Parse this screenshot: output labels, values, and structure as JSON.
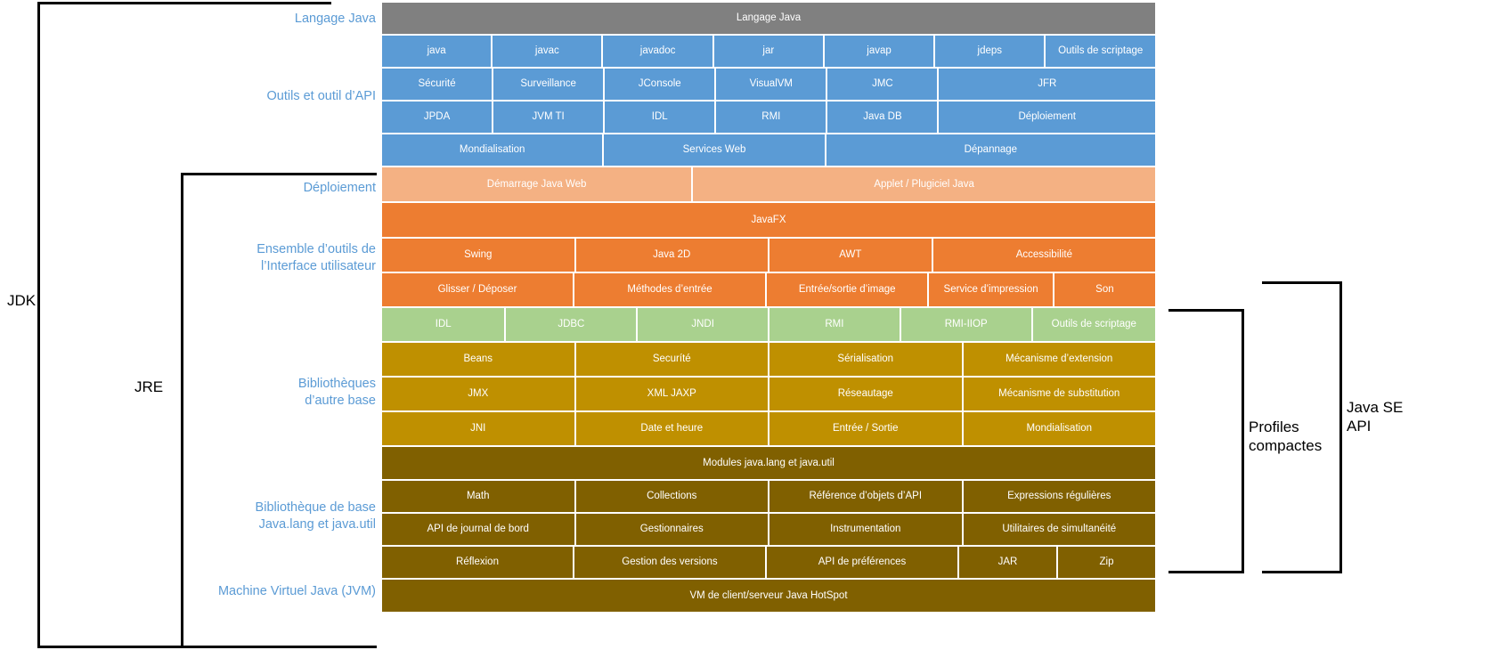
{
  "title": "Java SE Platform Architecture (French)",
  "colors": {
    "language": "#808080",
    "tools": "#5B9BD5",
    "deployment": "#F4B183",
    "ui_toolkits": "#ED7D31",
    "integration": "#A9D18E",
    "other_base_libraries": "#BF9000",
    "base_libraries": "#806000",
    "label_text": "#5B9BD5",
    "bracket": "#000000"
  },
  "brackets": {
    "jdk": {
      "label": "JDK"
    },
    "jre": {
      "label": "JRE"
    },
    "compact_profiles": {
      "label": "Profiles\ncompactes"
    },
    "java_se_api": {
      "label": "Java SE\nAPI"
    }
  },
  "row_labels": {
    "language": "Langage Java",
    "tools_api": "Outils et outil d’API",
    "deployment": "Déploiement",
    "ui_toolkits": "Ensemble d’outils de\nl’Interface utilisateur",
    "other_base_libraries": "Bibliothèques\nd’autre base",
    "base_libraries": "Bibliothèque de base\nJava.lang et java.util",
    "jvm": "Machine Virtuel Java (JVM)"
  },
  "bands": [
    {
      "name": "language",
      "color_class": "c-gray",
      "height": 37,
      "cells": [
        {
          "label": "Langage Java",
          "flex": 100
        }
      ]
    },
    {
      "name": "tools-row-1",
      "color_class": "c-blue",
      "height": 37,
      "cells": [
        {
          "label": "java",
          "flex": 14.28
        },
        {
          "label": "javac",
          "flex": 14.28
        },
        {
          "label": "javadoc",
          "flex": 14.28
        },
        {
          "label": "jar",
          "flex": 14.28
        },
        {
          "label": "javap",
          "flex": 14.28
        },
        {
          "label": "jdeps",
          "flex": 14.28
        },
        {
          "label": "Outils de scriptage",
          "flex": 14.32
        }
      ]
    },
    {
      "name": "tools-row-2",
      "color_class": "c-blue",
      "height": 37,
      "cells": [
        {
          "label": "Sécurité",
          "flex": 14.28
        },
        {
          "label": "Surveillance",
          "flex": 14.28
        },
        {
          "label": "JConsole",
          "flex": 14.28
        },
        {
          "label": "VisualVM",
          "flex": 14.28
        },
        {
          "label": "JMC",
          "flex": 14.28
        },
        {
          "label": "JFR",
          "flex": 28.6
        }
      ]
    },
    {
      "name": "tools-row-3",
      "color_class": "c-blue",
      "height": 37,
      "cells": [
        {
          "label": "JPDA",
          "flex": 14.28
        },
        {
          "label": "JVM TI",
          "flex": 14.28
        },
        {
          "label": "IDL",
          "flex": 14.28
        },
        {
          "label": "RMI",
          "flex": 14.28
        },
        {
          "label": "Java DB",
          "flex": 14.28
        },
        {
          "label": "Déploiement",
          "flex": 28.6
        }
      ]
    },
    {
      "name": "tools-row-4",
      "color_class": "c-blue",
      "height": 37,
      "cells": [
        {
          "label": "Mondialisation",
          "flex": 28.56
        },
        {
          "label": "Services Web",
          "flex": 28.56
        },
        {
          "label": "Dépannage",
          "flex": 42.88
        }
      ]
    },
    {
      "name": "deployment",
      "color_class": "c-peach",
      "height": 40,
      "cells": [
        {
          "label": "Démarrage Java Web",
          "flex": 40
        },
        {
          "label": "Applet / Plugiciel Java",
          "flex": 60
        }
      ]
    },
    {
      "name": "javafx",
      "color_class": "c-orange",
      "height": 40,
      "cells": [
        {
          "label": "JavaFX",
          "flex": 100
        }
      ]
    },
    {
      "name": "ui-row-1",
      "color_class": "c-orange",
      "height": 39,
      "cells": [
        {
          "label": "Swing",
          "flex": 25
        },
        {
          "label": "Java 2D",
          "flex": 25
        },
        {
          "label": "AWT",
          "flex": 21
        },
        {
          "label": "Accessibilité",
          "flex": 29
        }
      ]
    },
    {
      "name": "ui-row-2",
      "color_class": "c-orange",
      "height": 39,
      "cells": [
        {
          "label": "Glisser / Déposer",
          "flex": 25
        },
        {
          "label": "Méthodes d’entrée",
          "flex": 25
        },
        {
          "label": "Entrée/sortie d’image",
          "flex": 21
        },
        {
          "label": "Service d’impression",
          "flex": 16
        },
        {
          "label": "Son",
          "flex": 13
        }
      ]
    },
    {
      "name": "integration",
      "color_class": "c-green",
      "height": 39,
      "cells": [
        {
          "label": "IDL",
          "flex": 16
        },
        {
          "label": "JDBC",
          "flex": 17
        },
        {
          "label": "JNDI",
          "flex": 17
        },
        {
          "label": "RMI",
          "flex": 17
        },
        {
          "label": "RMI-IIOP",
          "flex": 17
        },
        {
          "label": "Outils de scriptage",
          "flex": 16
        }
      ]
    },
    {
      "name": "other-base-row-1",
      "color_class": "c-gold",
      "height": 39,
      "cells": [
        {
          "label": "Beans",
          "flex": 25
        },
        {
          "label": "Securíté",
          "flex": 25
        },
        {
          "label": "Sérialisation",
          "flex": 25
        },
        {
          "label": "Mécanisme d’extension",
          "flex": 25
        }
      ]
    },
    {
      "name": "other-base-row-2",
      "color_class": "c-gold",
      "height": 39,
      "cells": [
        {
          "label": "JMX",
          "flex": 25
        },
        {
          "label": "XML JAXP",
          "flex": 25
        },
        {
          "label": "Réseautage",
          "flex": 25
        },
        {
          "label": "Mécanisme de substitution",
          "flex": 25
        }
      ]
    },
    {
      "name": "other-base-row-3",
      "color_class": "c-gold",
      "height": 39,
      "cells": [
        {
          "label": "JNI",
          "flex": 25
        },
        {
          "label": "Date et heure",
          "flex": 25
        },
        {
          "label": "Entrée / Sortie",
          "flex": 25
        },
        {
          "label": "Mondialisation",
          "flex": 25
        }
      ]
    },
    {
      "name": "modules",
      "color_class": "c-dkgold",
      "height": 38,
      "cells": [
        {
          "label": "Modules java.lang et java.util",
          "flex": 100
        }
      ]
    },
    {
      "name": "base-row-1",
      "color_class": "c-dkgold",
      "height": 37,
      "cells": [
        {
          "label": "Math",
          "flex": 25
        },
        {
          "label": "Collections",
          "flex": 25
        },
        {
          "label": "Référence d’objets d’API",
          "flex": 25
        },
        {
          "label": "Expressions régulières",
          "flex": 25
        }
      ]
    },
    {
      "name": "base-row-2",
      "color_class": "c-dkgold",
      "height": 37,
      "cells": [
        {
          "label": "API de journal de bord",
          "flex": 25
        },
        {
          "label": "Gestionnaires",
          "flex": 25
        },
        {
          "label": "Instrumentation",
          "flex": 25
        },
        {
          "label": "Utilitaires de simultanéité",
          "flex": 25
        }
      ]
    },
    {
      "name": "base-row-3",
      "color_class": "c-dkgold",
      "height": 37,
      "cells": [
        {
          "label": "Réflexion",
          "flex": 25
        },
        {
          "label": "Gestion des versions",
          "flex": 25
        },
        {
          "label": "API de préférences",
          "flex": 25
        },
        {
          "label": "JAR",
          "flex": 12.5
        },
        {
          "label": "Zip",
          "flex": 12.5
        }
      ]
    },
    {
      "name": "jvm",
      "color_class": "c-dkgold",
      "height": 38,
      "cells": [
        {
          "label": "VM de client/serveur Java HotSpot",
          "flex": 100
        }
      ]
    }
  ]
}
